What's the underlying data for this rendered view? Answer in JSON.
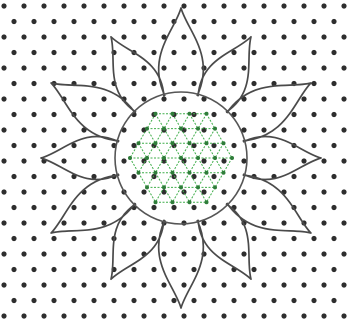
{
  "artwork": {
    "subject": "flower",
    "petal_count": 12,
    "center_pattern": "star-of-david-lattice",
    "colors": {
      "background": "#ffffff",
      "dot": "#2e2e2e",
      "petal_stroke": "#4a4a4a",
      "center_stroke": "#555555",
      "lattice_stroke": "#3fae4a",
      "lattice_dot": "#2f7d3a"
    }
  }
}
